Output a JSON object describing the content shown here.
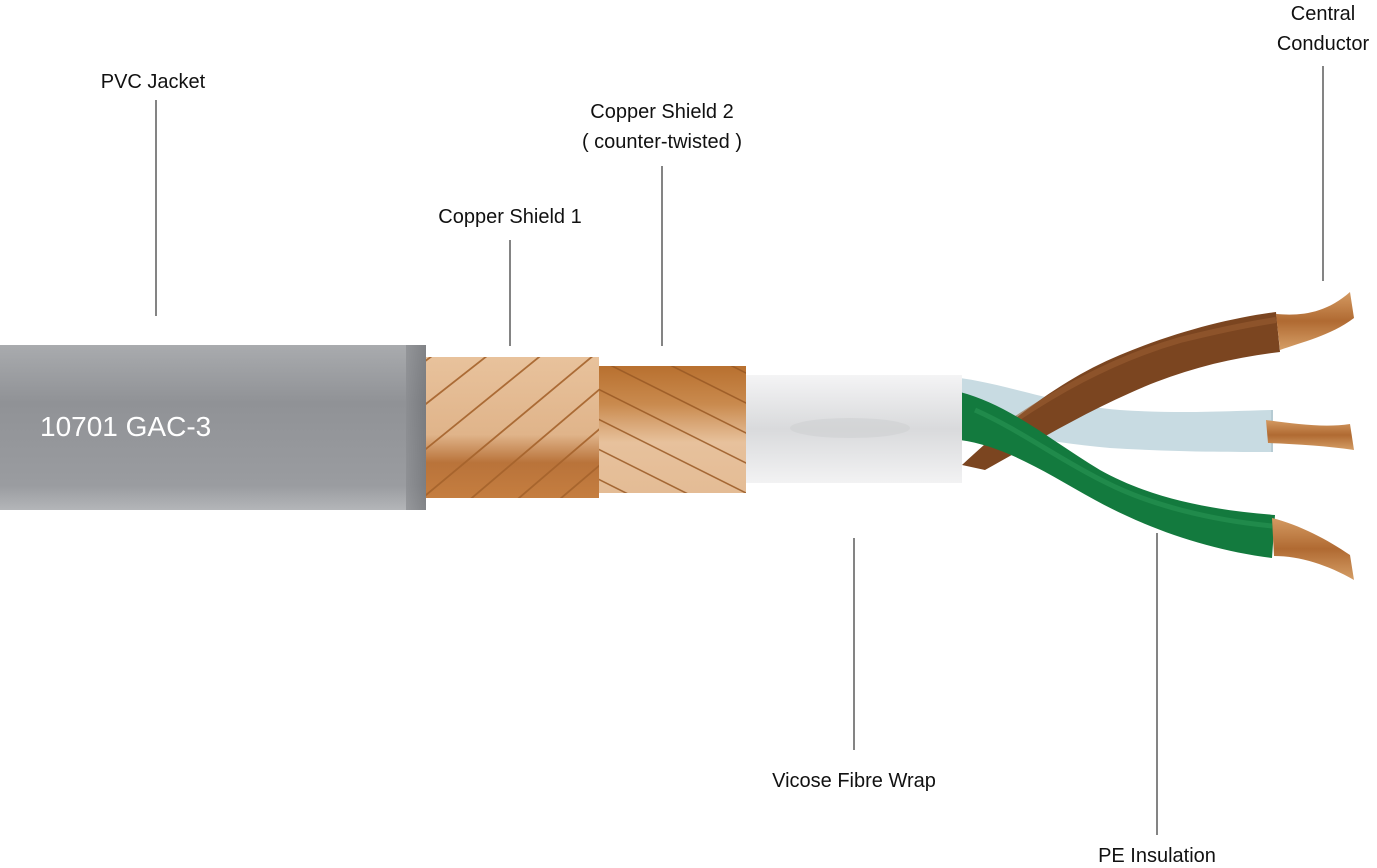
{
  "jacket_text": "10701 GAC-3",
  "labels": {
    "pvc_jacket": "PVC Jacket",
    "copper_shield_1": "Copper Shield 1",
    "copper_shield_2_line1": "Copper Shield 2",
    "copper_shield_2_line2": "( counter-twisted )",
    "vicose_fibre_wrap": "Vicose Fibre Wrap",
    "central_conductor_line1": "Central",
    "central_conductor_line2": "Conductor",
    "pe_insulation": "PE Insulation"
  },
  "colors": {
    "pvc_jacket": "#8e9094",
    "copper_light": "#e3b890",
    "copper_dark": "#a9612a",
    "foil_wrap": "#e8e9ea",
    "wire_brown": "#7b4520",
    "wire_green": "#137a3e",
    "wire_light_blue": "#c8dbe2"
  }
}
